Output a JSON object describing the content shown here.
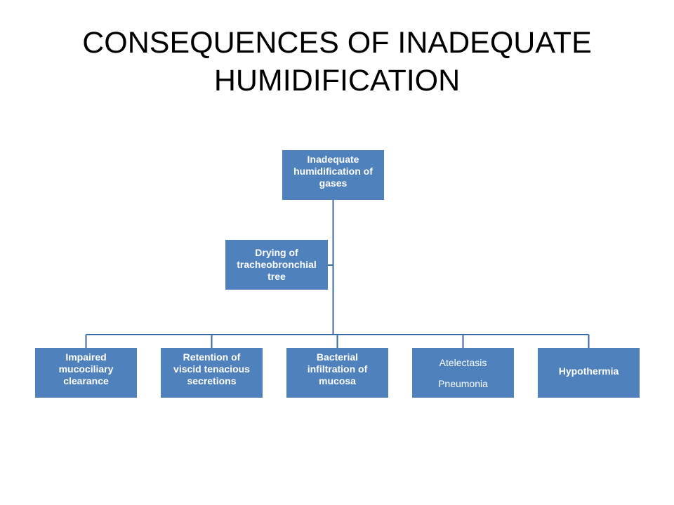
{
  "slide": {
    "title_lines": [
      "CONSEQUENCES OF INADEQUATE",
      "HUMIDIFICATION"
    ]
  },
  "diagram": {
    "root": {
      "lines": [
        "Inadequate",
        "humidification of",
        "gases"
      ]
    },
    "assistant": {
      "lines": [
        "Drying of",
        "tracheobronchial",
        "tree"
      ]
    },
    "children": [
      {
        "lines": [
          "Impaired",
          "mucociliary",
          "clearance"
        ]
      },
      {
        "lines": [
          "Retention of",
          "viscid tenacious",
          "secretions"
        ]
      },
      {
        "lines": [
          "Bacterial",
          "infiltration of",
          "mucosa"
        ]
      },
      {
        "lines": [
          "Atelectasis",
          "Pneumonia"
        ]
      },
      {
        "lines": [
          "Hypothermia"
        ]
      }
    ]
  },
  "colors": {
    "node_fill": "#4f81bd",
    "connector": "#3a6aa6",
    "node_text": "#ffffff"
  }
}
